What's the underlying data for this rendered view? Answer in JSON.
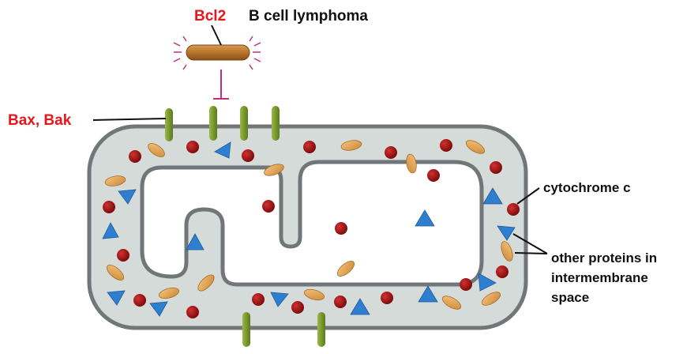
{
  "labels": {
    "bcl2": "Bcl2",
    "b_cell_lymphoma": "B cell lymphoma",
    "bax_bak": "Bax, Bak",
    "cytochrome_c": "cytochrome c",
    "other_proteins_line1": "other proteins in",
    "other_proteins_line2": "intermembrane",
    "other_proteins_line3": "space"
  },
  "colors": {
    "red_label": "#e8161b",
    "black_label": "#111111",
    "membrane_fill": "#d4dbd9",
    "membrane_stroke": "#717679",
    "bcl2_protein": "#b8732c",
    "bcl2_glow": "#c0307c",
    "channel_green": "#7a9a2e",
    "cytochrome": "#9e1414",
    "oval_protein": "#e0a050",
    "triangle_protein": "#2f7fd0"
  }
}
